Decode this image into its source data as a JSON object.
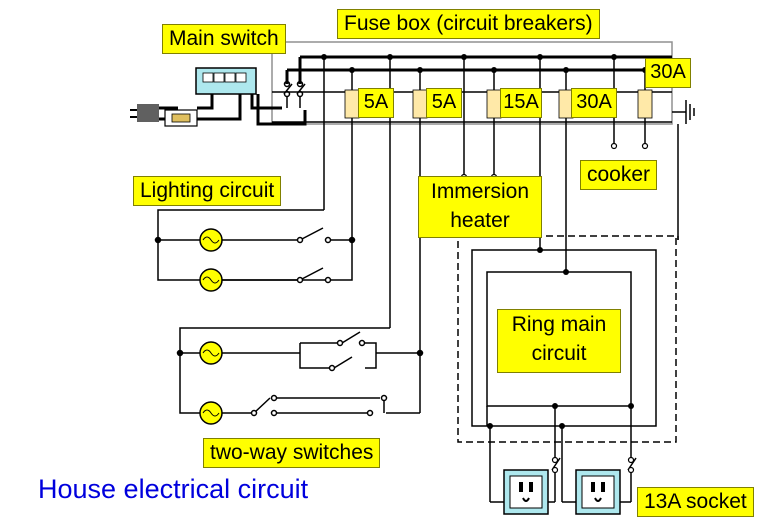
{
  "diagram": {
    "labels": {
      "main_switch": "Main switch",
      "fuse_box": "Fuse box (circuit breakers)",
      "lighting_circuit": "Lighting circuit",
      "immersion_heater_line1": "Immersion",
      "immersion_heater_line2": "heater",
      "cooker": "cooker",
      "ring_main_line1": "Ring main",
      "ring_main_line2": "circuit",
      "two_way_switches": "two-way switches",
      "socket": "13A socket",
      "title": "House electrical circuit"
    },
    "fuses": [
      "5A",
      "5A",
      "15A",
      "30A",
      "30A"
    ],
    "colors": {
      "label_fill": "#ffff00",
      "meter_fill": "#aee8ee",
      "socket_fill": "#aee8ee",
      "fuse_fill": "#ffe9a8",
      "title_text": "#0000dd",
      "wire": "#000000",
      "box_outline": "#808080"
    }
  }
}
